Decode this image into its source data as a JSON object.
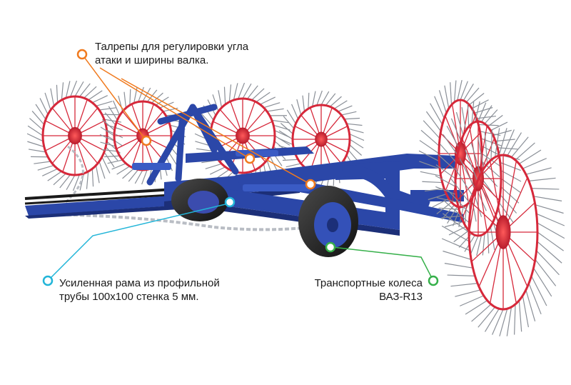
{
  "title": "",
  "colors": {
    "frame": "#2b47a8",
    "frame_dark": "#1c2f78",
    "rake_wheel": "#d6283a",
    "tine": "#8a8f97",
    "tire": "#2a2a2a",
    "chain": "#b9bdc4",
    "callout_orange": "#f07a1e",
    "callout_cyan": "#22b5d8",
    "callout_green": "#36b04a"
  },
  "callouts": [
    {
      "id": "turnbuckles",
      "text": "Талрепы для регулировки угла\nатаки и ширины валка.",
      "color": "orange"
    },
    {
      "id": "frame",
      "text": "Усиленная рама из профильной\nтрубы 100х100 стенка 5 мм.",
      "color": "cyan"
    },
    {
      "id": "wheels",
      "text": "Транспортные колеса\nВАЗ-R13",
      "color": "green"
    }
  ]
}
